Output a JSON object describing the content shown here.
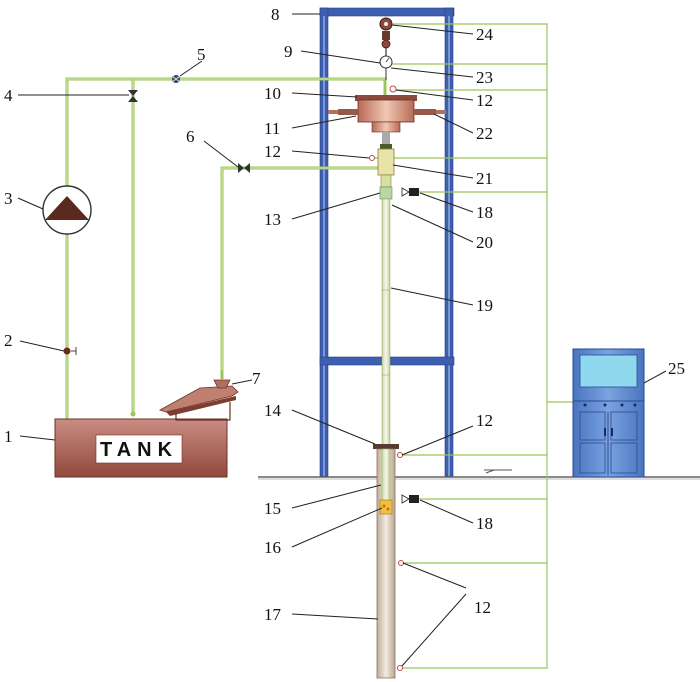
{
  "tank": {
    "label": "TANK"
  },
  "labels": {
    "l1": "1",
    "l2": "2",
    "l3": "3",
    "l4": "4",
    "l5": "5",
    "l6": "6",
    "l7": "7",
    "l8": "8",
    "l9": "9",
    "l10": "10",
    "l11": "11",
    "l12a": "12",
    "l12b": "12",
    "l12c": "12",
    "l12d": "12",
    "l13": "13",
    "l14": "14",
    "l15": "15",
    "l16": "16",
    "l17": "17",
    "l18a": "18",
    "l18b": "18",
    "l19": "19",
    "l20": "20",
    "l21": "21",
    "l22": "22",
    "l23": "23",
    "l24": "24",
    "l25": "25"
  },
  "colors": {
    "pipe": "#9cc45a",
    "frame": "#3e5fb0",
    "tank": "#a85f52",
    "motor": "#a8604e",
    "monitor": "#5a88cf",
    "screen": "#8fd8ee",
    "column": "#c9b8a4"
  }
}
